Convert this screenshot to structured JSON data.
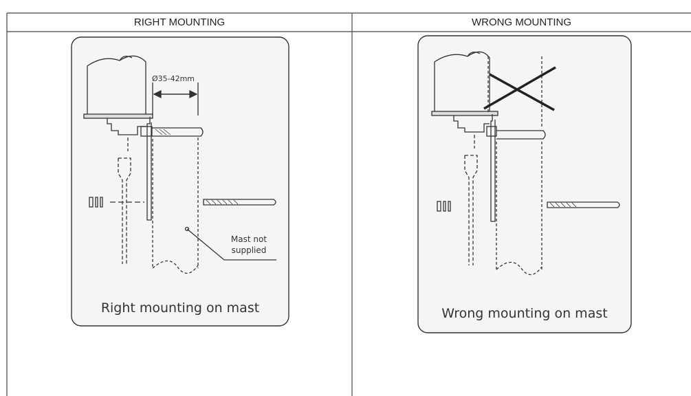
{
  "table": {
    "headers": [
      "RIGHT MOUNTING",
      "WRONG MOUNTING"
    ]
  },
  "right_panel": {
    "dimension_label": "Ø35-42mm",
    "mast_note_line1": "Mast not",
    "mast_note_line2": "supplied",
    "caption": "Right mounting on mast"
  },
  "wrong_panel": {
    "caption": "Wrong mounting on mast"
  },
  "colors": {
    "line": "#333333",
    "panel_bg": "#f4f4f4",
    "rule": "#444444"
  }
}
